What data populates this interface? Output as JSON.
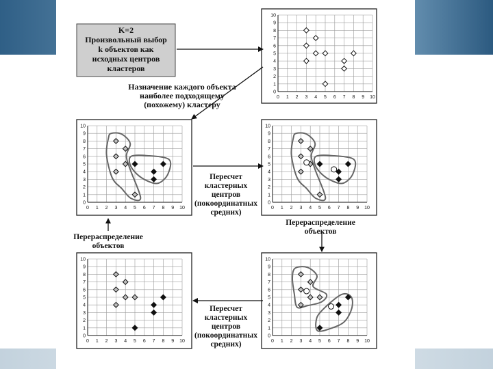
{
  "start_box": {
    "lines": [
      "K=2",
      "Произвольный выбор",
      "k объектов как",
      "исходных центров",
      "кластеров"
    ]
  },
  "labels": {
    "assign": [
      "Назначение каждого объекта",
      "наиболее подходящему",
      "(похожему) кластеру"
    ],
    "recalc_1": [
      "Пересчет",
      "кластерных",
      "центров",
      "(покоординатных",
      "средних)"
    ],
    "redistribute_1": [
      "Перераспределение",
      "объектов"
    ],
    "redistribute_2": [
      "Перераспределение",
      "объектов"
    ],
    "recalc_2": [
      "Пересчет",
      "кластерных",
      "центров",
      "(покоординатных",
      "средних)"
    ]
  },
  "chart_data": [
    {
      "type": "scatter",
      "xlim": [
        0,
        10
      ],
      "ylim": [
        0,
        10
      ],
      "xticks": [
        "0",
        "1",
        "2",
        "3",
        "4",
        "5",
        "6",
        "7",
        "8",
        "9",
        "10"
      ],
      "yticks": [
        "0",
        "1",
        "2",
        "3",
        "4",
        "5",
        "6",
        "7",
        "8",
        "9",
        "10"
      ],
      "grid": true,
      "points": [
        {
          "x": 3,
          "y": 8,
          "marker": "diamond-open"
        },
        {
          "x": 4,
          "y": 7,
          "marker": "diamond-open"
        },
        {
          "x": 3,
          "y": 6,
          "marker": "diamond-open"
        },
        {
          "x": 4,
          "y": 5,
          "marker": "diamond-open"
        },
        {
          "x": 5,
          "y": 5,
          "marker": "diamond-open"
        },
        {
          "x": 8,
          "y": 5,
          "marker": "diamond-open"
        },
        {
          "x": 3,
          "y": 4,
          "marker": "diamond-open"
        },
        {
          "x": 7,
          "y": 4,
          "marker": "diamond-open"
        },
        {
          "x": 7,
          "y": 3,
          "marker": "diamond-open"
        },
        {
          "x": 5,
          "y": 1,
          "marker": "diamond-open"
        }
      ],
      "regions": []
    },
    {
      "type": "scatter",
      "xlim": [
        0,
        10
      ],
      "ylim": [
        0,
        10
      ],
      "xticks": [
        "0",
        "1",
        "2",
        "3",
        "4",
        "5",
        "6",
        "7",
        "8",
        "9",
        "10"
      ],
      "yticks": [
        "0",
        "1",
        "2",
        "3",
        "4",
        "5",
        "6",
        "7",
        "8",
        "9",
        "10"
      ],
      "grid": true,
      "points": [
        {
          "x": 3,
          "y": 8,
          "marker": "diamond-gray"
        },
        {
          "x": 4,
          "y": 7,
          "marker": "diamond-gray"
        },
        {
          "x": 3,
          "y": 6,
          "marker": "diamond-gray"
        },
        {
          "x": 4,
          "y": 5,
          "marker": "diamond-gray"
        },
        {
          "x": 3,
          "y": 4,
          "marker": "diamond-gray"
        },
        {
          "x": 5,
          "y": 1,
          "marker": "diamond-gray"
        },
        {
          "x": 5,
          "y": 5,
          "marker": "diamond-black"
        },
        {
          "x": 8,
          "y": 5,
          "marker": "diamond-black"
        },
        {
          "x": 7,
          "y": 4,
          "marker": "diamond-black"
        },
        {
          "x": 7,
          "y": 3,
          "marker": "diamond-black"
        }
      ],
      "regions": [
        [
          [
            2.5,
            9
          ],
          [
            3.6,
            8.9
          ],
          [
            4.5,
            7.7
          ],
          [
            4.1,
            6.1
          ],
          [
            4.5,
            4.3
          ],
          [
            5.6,
            0.6
          ],
          [
            4.6,
            0.5
          ],
          [
            3.6,
            1.8
          ],
          [
            2.6,
            3.2
          ],
          [
            2,
            6.2
          ],
          [
            2.2,
            8.4
          ]
        ],
        [
          [
            4.6,
            6
          ],
          [
            6.2,
            6.1
          ],
          [
            8.6,
            5.6
          ],
          [
            8.5,
            3.7
          ],
          [
            7.5,
            2.5
          ],
          [
            6.3,
            2.8
          ],
          [
            5.2,
            3.7
          ],
          [
            4.5,
            4.9
          ]
        ]
      ]
    },
    {
      "type": "scatter",
      "xlim": [
        0,
        10
      ],
      "ylim": [
        0,
        10
      ],
      "xticks": [
        "0",
        "1",
        "2",
        "3",
        "4",
        "5",
        "6",
        "7",
        "8",
        "9",
        "10"
      ],
      "yticks": [
        "0",
        "1",
        "2",
        "3",
        "4",
        "5",
        "6",
        "7",
        "8",
        "9",
        "10"
      ],
      "grid": true,
      "points": [
        {
          "x": 3,
          "y": 8,
          "marker": "diamond-gray"
        },
        {
          "x": 4,
          "y": 7,
          "marker": "diamond-gray"
        },
        {
          "x": 3,
          "y": 6,
          "marker": "diamond-gray"
        },
        {
          "x": 4,
          "y": 5,
          "marker": "diamond-gray"
        },
        {
          "x": 3,
          "y": 4,
          "marker": "diamond-gray"
        },
        {
          "x": 5,
          "y": 1,
          "marker": "diamond-gray"
        },
        {
          "x": 5,
          "y": 5,
          "marker": "diamond-black"
        },
        {
          "x": 8,
          "y": 5,
          "marker": "diamond-black"
        },
        {
          "x": 7,
          "y": 4,
          "marker": "diamond-black"
        },
        {
          "x": 7,
          "y": 3,
          "marker": "diamond-black"
        },
        {
          "x": 3.6,
          "y": 5.2,
          "marker": "circle"
        },
        {
          "x": 6.5,
          "y": 4.3,
          "marker": "circle"
        }
      ],
      "regions": [
        [
          [
            2.5,
            9
          ],
          [
            3.6,
            8.9
          ],
          [
            4.5,
            7.7
          ],
          [
            4.1,
            6.1
          ],
          [
            4.5,
            4.3
          ],
          [
            5.6,
            0.6
          ],
          [
            4.6,
            0.5
          ],
          [
            3.6,
            1.8
          ],
          [
            2.6,
            3.2
          ],
          [
            2,
            6.2
          ],
          [
            2.2,
            8.4
          ]
        ],
        [
          [
            4.6,
            6
          ],
          [
            6.2,
            6.1
          ],
          [
            8.6,
            5.6
          ],
          [
            8.5,
            3.7
          ],
          [
            7.5,
            2.5
          ],
          [
            6.3,
            2.8
          ],
          [
            5.2,
            3.7
          ],
          [
            4.5,
            4.9
          ]
        ]
      ]
    },
    {
      "type": "scatter",
      "xlim": [
        0,
        10
      ],
      "ylim": [
        0,
        10
      ],
      "xticks": [
        "0",
        "1",
        "2",
        "3",
        "4",
        "5",
        "6",
        "7",
        "8",
        "9",
        "10"
      ],
      "yticks": [
        "0",
        "1",
        "2",
        "3",
        "4",
        "5",
        "6",
        "7",
        "8",
        "9",
        "10"
      ],
      "grid": true,
      "points": [
        {
          "x": 3,
          "y": 8,
          "marker": "diamond-gray"
        },
        {
          "x": 4,
          "y": 7,
          "marker": "diamond-gray"
        },
        {
          "x": 3,
          "y": 6,
          "marker": "diamond-gray"
        },
        {
          "x": 4,
          "y": 5,
          "marker": "diamond-gray"
        },
        {
          "x": 5,
          "y": 5,
          "marker": "diamond-gray"
        },
        {
          "x": 3,
          "y": 4,
          "marker": "diamond-gray"
        },
        {
          "x": 8,
          "y": 5,
          "marker": "diamond-black"
        },
        {
          "x": 7,
          "y": 4,
          "marker": "diamond-black"
        },
        {
          "x": 7,
          "y": 3,
          "marker": "diamond-black"
        },
        {
          "x": 5,
          "y": 1,
          "marker": "diamond-black"
        }
      ],
      "regions": []
    },
    {
      "type": "scatter",
      "xlim": [
        0,
        10
      ],
      "ylim": [
        0,
        10
      ],
      "xticks": [
        "0",
        "1",
        "2",
        "3",
        "4",
        "5",
        "6",
        "7",
        "8",
        "9",
        "10"
      ],
      "yticks": [
        "0",
        "1",
        "2",
        "3",
        "4",
        "5",
        "6",
        "7",
        "8",
        "9",
        "10"
      ],
      "grid": true,
      "points": [
        {
          "x": 3,
          "y": 8,
          "marker": "diamond-gray"
        },
        {
          "x": 4,
          "y": 7,
          "marker": "diamond-gray"
        },
        {
          "x": 3,
          "y": 6,
          "marker": "diamond-gray"
        },
        {
          "x": 4,
          "y": 5,
          "marker": "diamond-gray"
        },
        {
          "x": 5,
          "y": 5,
          "marker": "diamond-gray"
        },
        {
          "x": 3,
          "y": 4,
          "marker": "diamond-gray"
        },
        {
          "x": 8,
          "y": 5,
          "marker": "diamond-black"
        },
        {
          "x": 7,
          "y": 4,
          "marker": "diamond-black"
        },
        {
          "x": 7,
          "y": 3,
          "marker": "diamond-black"
        },
        {
          "x": 5,
          "y": 1,
          "marker": "diamond-black"
        },
        {
          "x": 3.6,
          "y": 5.8,
          "marker": "circle"
        },
        {
          "x": 6.2,
          "y": 3.8,
          "marker": "circle"
        }
      ],
      "regions": [
        [
          [
            2.4,
            8.8
          ],
          [
            3.7,
            8.9
          ],
          [
            4.7,
            7.8
          ],
          [
            4.3,
            6.4
          ],
          [
            5.7,
            5.4
          ],
          [
            5.2,
            4.4
          ],
          [
            3.7,
            3.9
          ],
          [
            2.6,
            3.7
          ],
          [
            2.3,
            5.5
          ],
          [
            2.1,
            7.5
          ]
        ],
        [
          [
            5.1,
            3.1
          ],
          [
            7.2,
            5.3
          ],
          [
            8.3,
            5.1
          ],
          [
            8.4,
            3.6
          ],
          [
            7.6,
            1.8
          ],
          [
            6.1,
            0.9
          ],
          [
            4.8,
            0.6
          ],
          [
            4.6,
            1.8
          ]
        ]
      ]
    }
  ]
}
